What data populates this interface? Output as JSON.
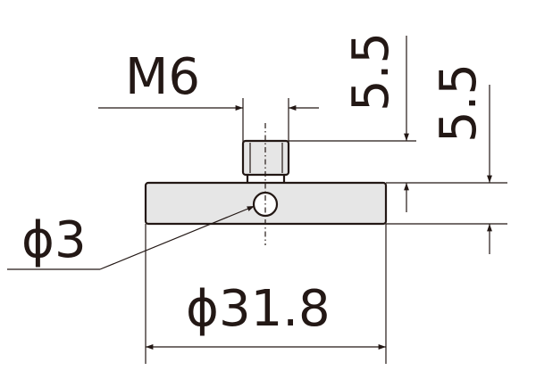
{
  "drawing": {
    "colors": {
      "line": "#231815",
      "part_fill": "#e6e6e6",
      "background": "#ffffff"
    },
    "dimensions": {
      "thread": "M6",
      "hole_diameter": "ϕ3",
      "body_diameter": "ϕ31.8",
      "stud_height": "5.5",
      "body_height": "5.5"
    }
  }
}
